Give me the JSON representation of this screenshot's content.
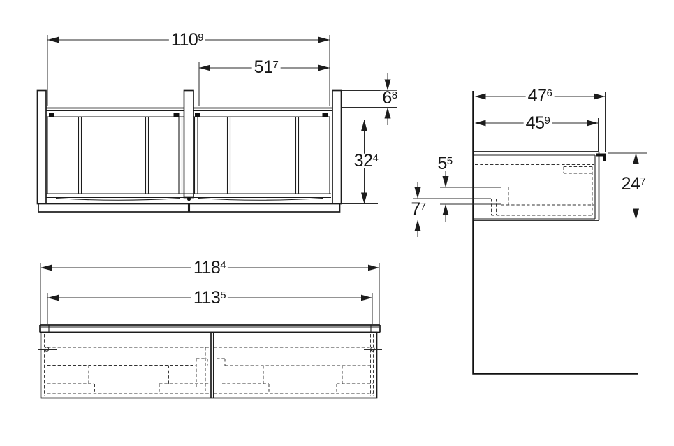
{
  "drawing": {
    "type": "technical-dimension-drawing",
    "views": {
      "rear": {
        "dims": {
          "inner_width": {
            "value": "110",
            "sup": "9"
          },
          "drawer_span": {
            "value": "51",
            "sup": "7"
          },
          "top_gap": {
            "value": "6",
            "sup": "8"
          },
          "side_height": {
            "value": "32",
            "sup": "4"
          }
        }
      },
      "front": {
        "dims": {
          "total_width": {
            "value": "118",
            "sup": "4"
          },
          "body_width": {
            "value": "113",
            "sup": "5"
          }
        }
      },
      "side": {
        "dims": {
          "total_depth": {
            "value": "47",
            "sup": "6"
          },
          "body_depth": {
            "value": "45",
            "sup": "9"
          },
          "upper_offset": {
            "value": "5",
            "sup": "5"
          },
          "lower_offset": {
            "value": "7",
            "sup": "7"
          },
          "height": {
            "value": "24",
            "sup": "7"
          }
        }
      }
    },
    "colors": {
      "line": "#1c1c1c",
      "background": "#ffffff"
    }
  }
}
